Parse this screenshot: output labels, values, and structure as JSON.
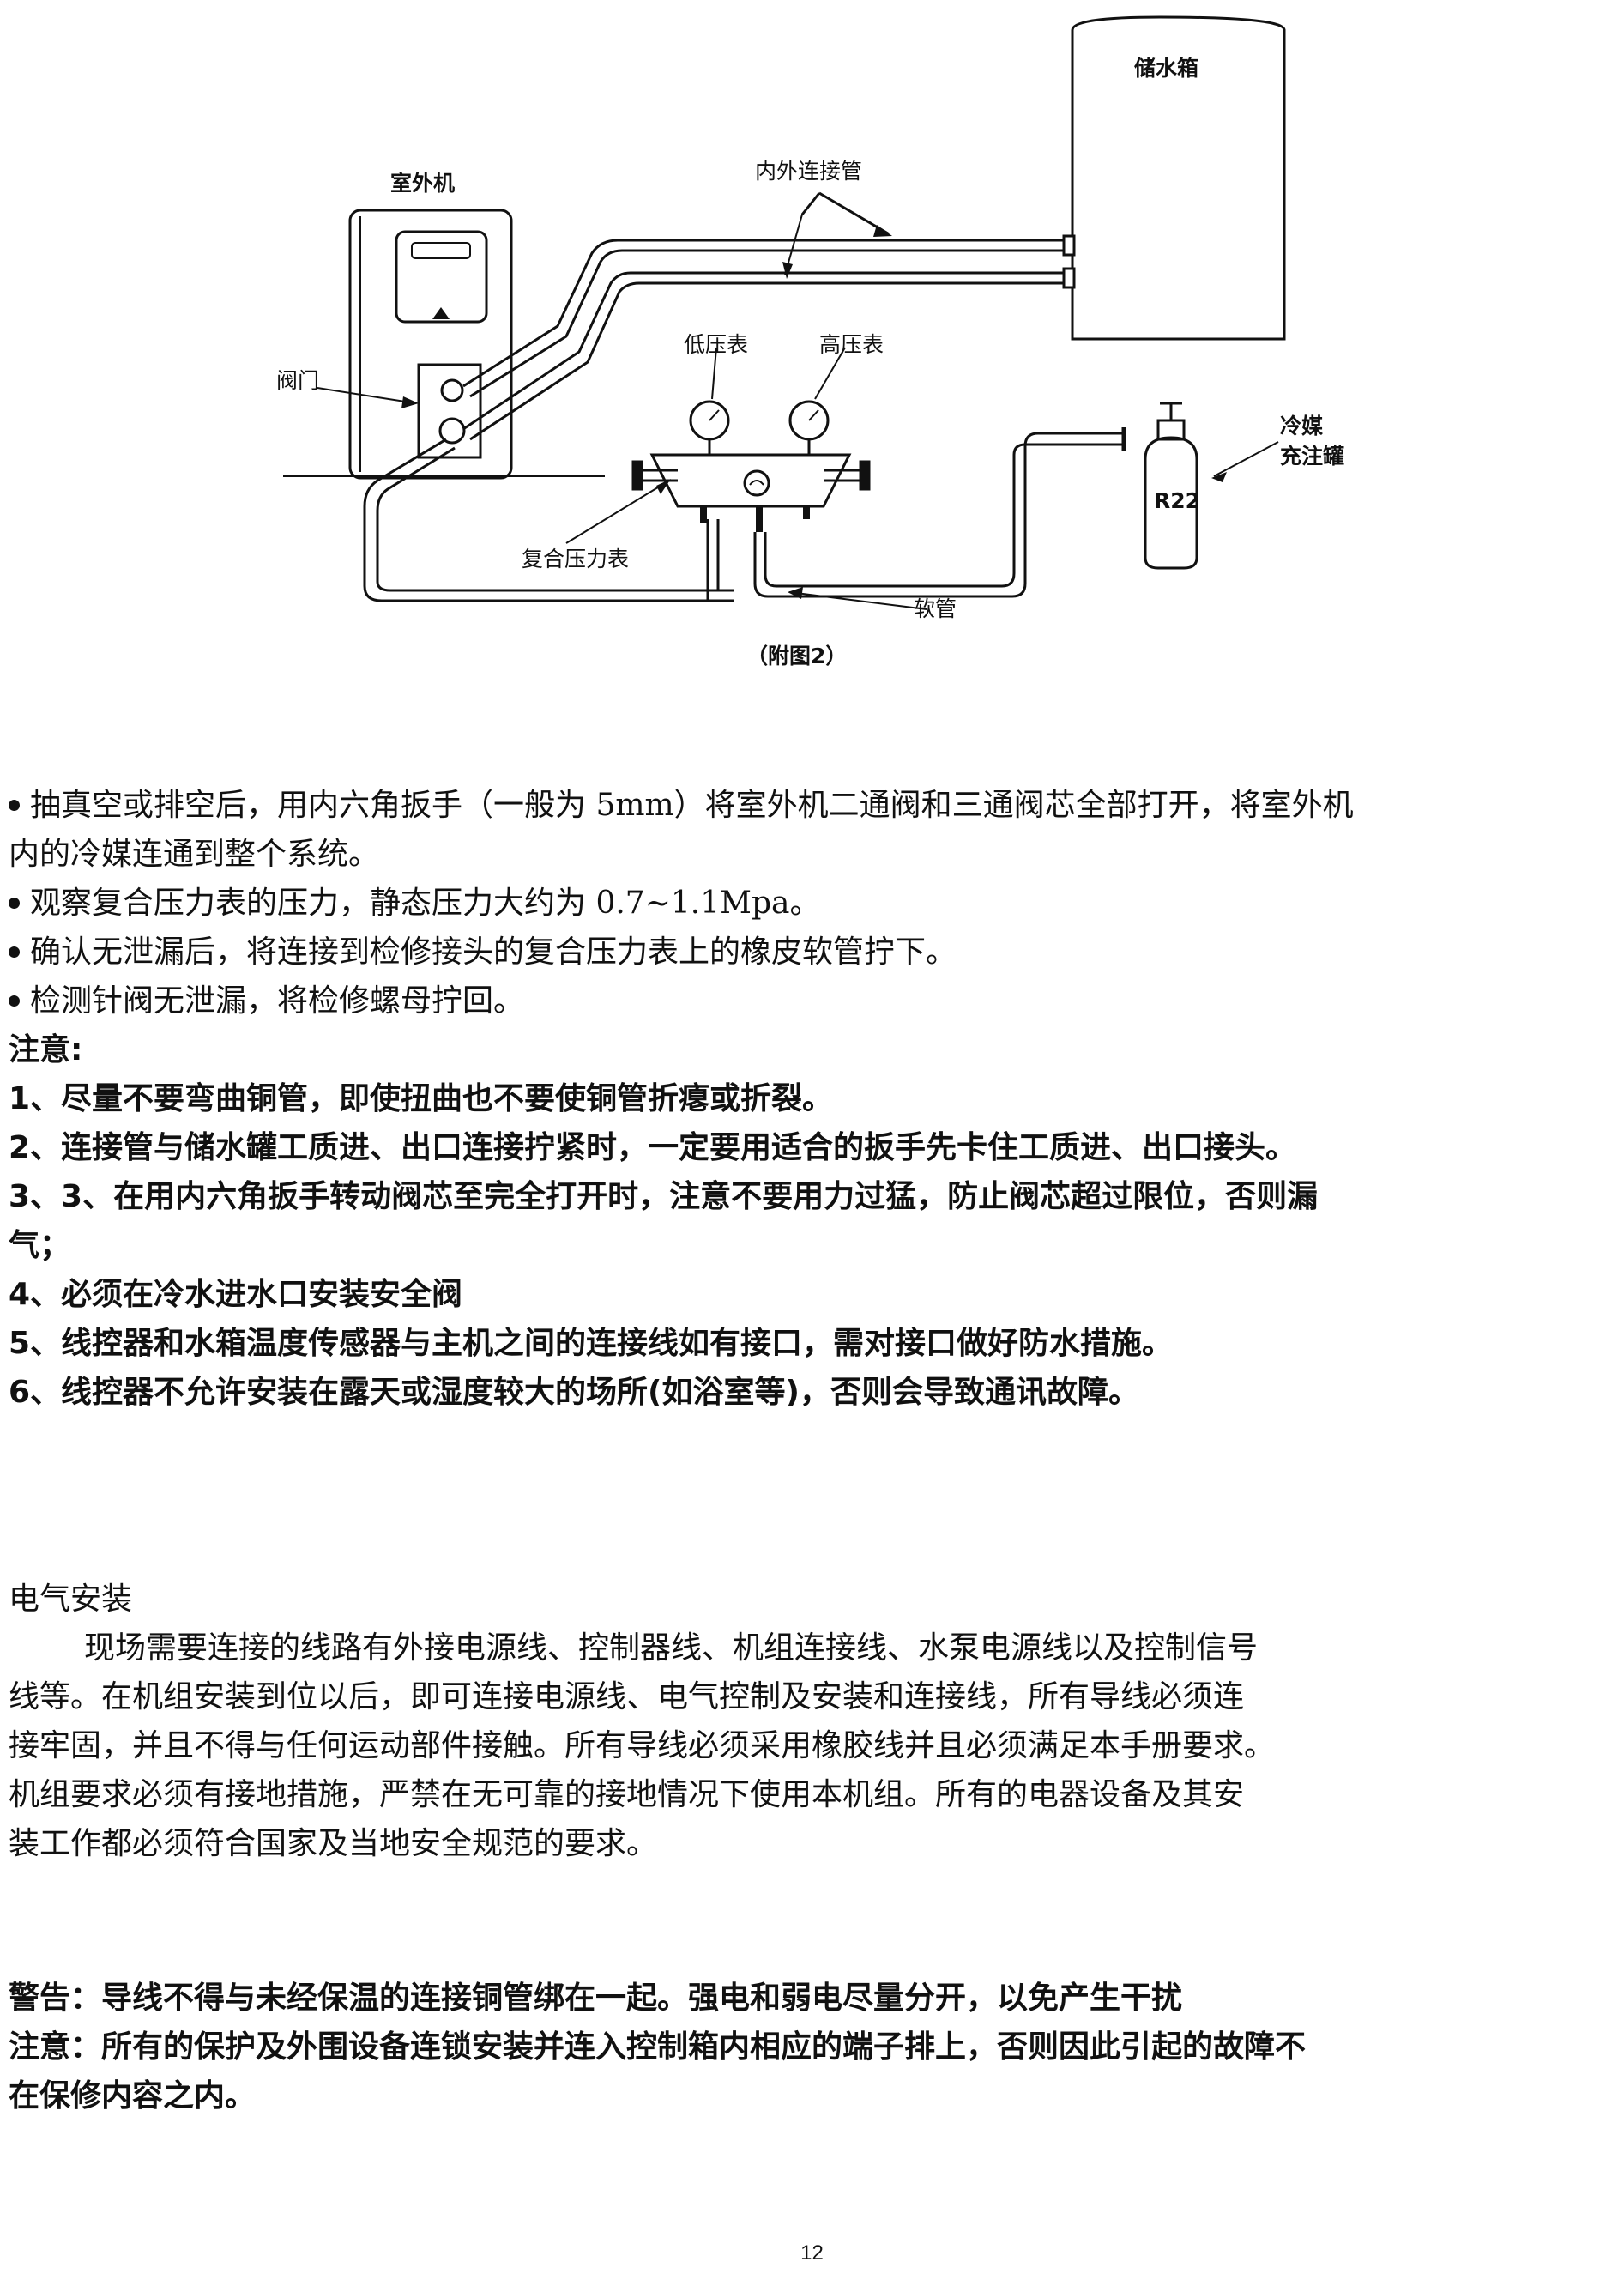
{
  "diagram": {
    "labels": {
      "tank": "储水箱",
      "outdoor_unit": "室外机",
      "connecting_pipe": "内外连接管",
      "valve": "阀门",
      "low_gauge": "低压表",
      "high_gauge": "高压表",
      "refrigerant_tank_line1": "冷媒",
      "refrigerant_tank_line2": "充注罐",
      "r22": "R22",
      "compound_gauge": "复合压力表",
      "hose": "软管",
      "caption": "（附图2）"
    }
  },
  "bullets": [
    "抽真空或排空后，用内六角扳手（一般为 5mm）将室外机二通阀和三通阀芯全部打开，将室外机",
    "内的冷媒连通到整个系统。",
    "观察复合压力表的压力，静态压力大约为 0.7~1.1Mpa。",
    "确认无泄漏后，将连接到检修接头的复合压力表上的橡皮软管拧下。",
    "检测针阀无泄漏，将检修螺母拧回。"
  ],
  "notes": {
    "title": "注意:",
    "items": [
      "1、尽量不要弯曲铜管，即使扭曲也不要使铜管折瘪或折裂。",
      "2、连接管与储水罐工质进、出口连接拧紧时，一定要用适合的扳手先卡住工质进、出口接头。",
      "3、3、在用内六角扳手转动阀芯至完全打开时，注意不要用力过猛，防止阀芯超过限位，否则漏",
      "气；",
      "4、必须在冷水进水口安装安全阀",
      "5、线控器和水箱温度传感器与主机之间的连接线如有接口，需对接口做好防水措施。",
      "6、线控器不允许安装在露天或湿度较大的场所(如浴室等)，否则会导致通讯故障。"
    ]
  },
  "electrical": {
    "heading": "电气安装",
    "lines": [
      "现场需要连接的线路有外接电源线、控制器线、机组连接线、水泵电源线以及控制信号",
      "线等。在机组安装到位以后，即可连接电源线、电气控制及安装和连接线，所有导线必须连",
      "接牢固，并且不得与任何运动部件接触。所有导线必须采用橡胶线并且必须满足本手册要求。",
      "机组要求必须有接地措施，严禁在无可靠的接地情况下使用本机组。所有的电器设备及其安",
      "装工作都必须符合国家及当地安全规范的要求。"
    ]
  },
  "warnings": [
    "警告：导线不得与未经保温的连接铜管绑在一起。强电和弱电尽量分开，以免产生干扰",
    "注意：所有的保护及外围设备连锁安装并连入控制箱内相应的端子排上，否则因此引起的故障不",
    "在保修内容之内。"
  ],
  "page_number": "12"
}
